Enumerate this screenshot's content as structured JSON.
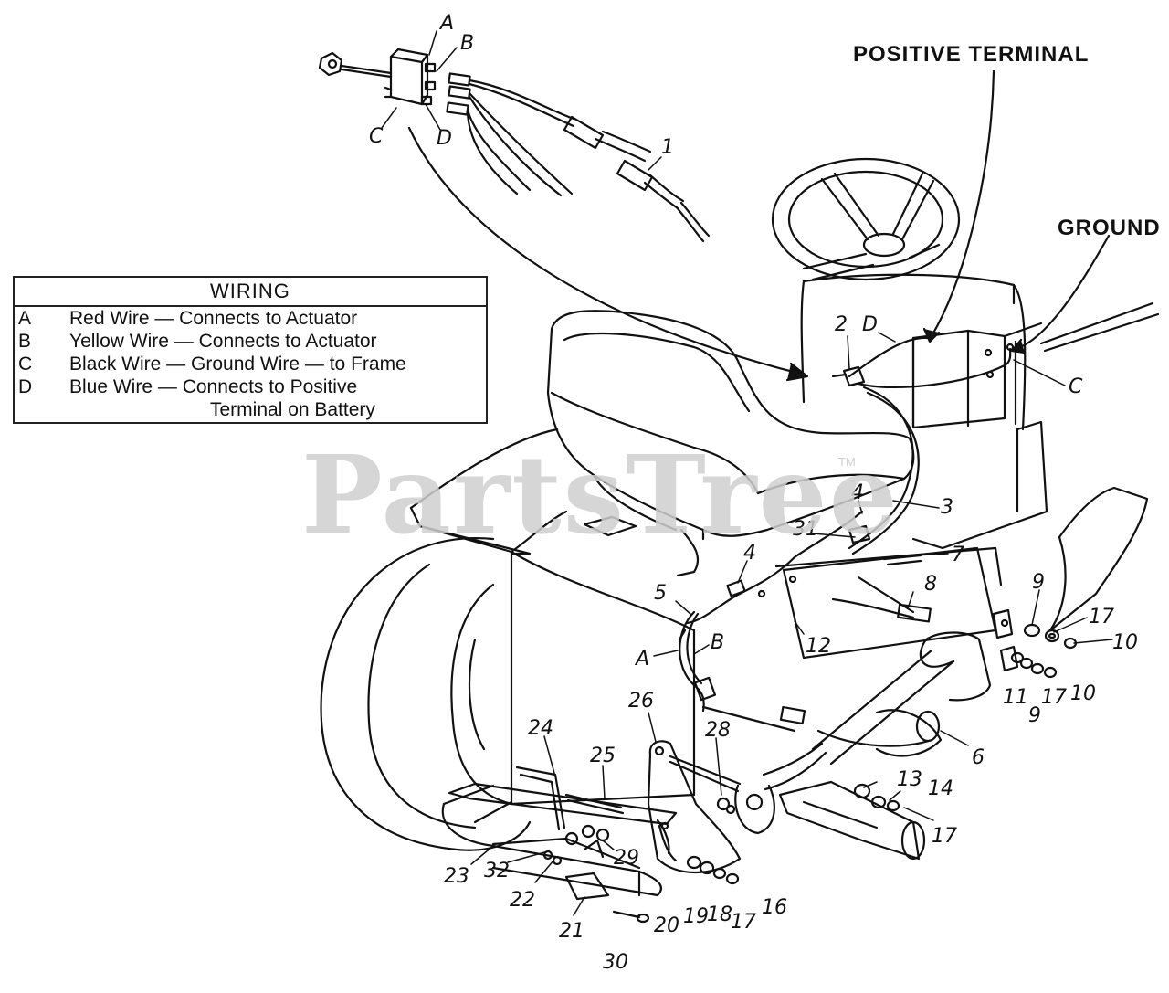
{
  "labels": {
    "positive_terminal": "POSITIVE TERMINAL",
    "ground": "GROUND"
  },
  "wiring": {
    "title": "WIRING",
    "rows": [
      {
        "key": "A",
        "text": "Red Wire — Connects to Actuator"
      },
      {
        "key": "B",
        "text": "Yellow Wire — Connects to Actuator"
      },
      {
        "key": "C",
        "text": "Black Wire — Ground Wire — to Frame"
      },
      {
        "key": "D",
        "text": "Blue Wire — Connects to Positive"
      }
    ],
    "continuation": "Terminal on Battery"
  },
  "watermark": {
    "text": "PartsTree",
    "tm": "TM"
  },
  "callouts": {
    "switch_A": "A",
    "switch_B": "B",
    "switch_C": "C",
    "switch_D": "D",
    "p1": "1",
    "p2": "2",
    "p2_D": "D",
    "p_C_ground": "C",
    "p3": "3",
    "p4a": "4",
    "p4b": "4",
    "p31": "31",
    "p7": "7",
    "p8": "8",
    "p5": "5",
    "p_A": "A",
    "p_B": "B",
    "p12": "12",
    "p9a": "9",
    "p17a": "17",
    "p10a": "10",
    "p11": "11",
    "p9b": "9",
    "p17b": "17",
    "p10b": "10",
    "p6": "6",
    "p26": "26",
    "p28": "28",
    "p24": "24",
    "p25": "25",
    "p13": "13",
    "p14": "14",
    "p17c": "17",
    "p23": "23",
    "p32": "32",
    "p22": "22",
    "p29": "29",
    "p21": "21",
    "p20": "20",
    "p19": "19",
    "p18": "18",
    "p17d": "17",
    "p16": "16",
    "p30": "30"
  },
  "colors": {
    "ink": "#111111",
    "watermark": "#cfcfcf",
    "paper": "#ffffff"
  }
}
